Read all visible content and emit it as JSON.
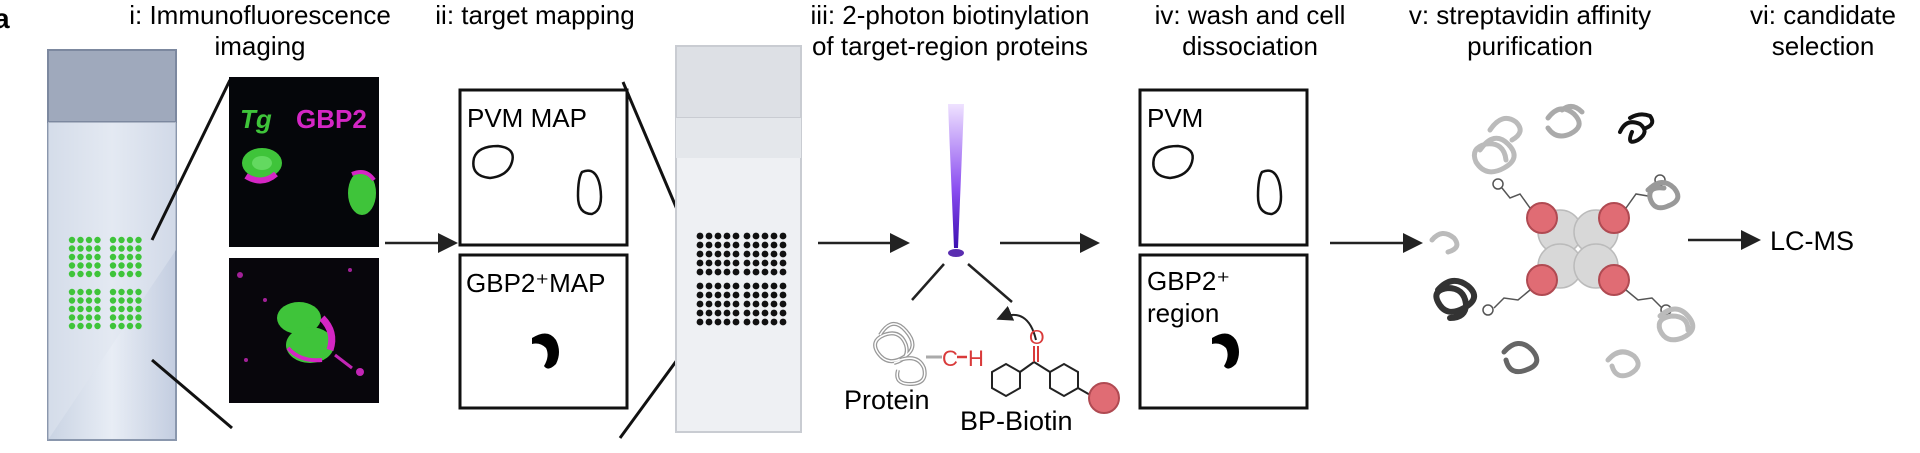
{
  "panel_letter": "a",
  "steps": [
    {
      "line1": "i: Immunofluorescence",
      "line2": "imaging"
    },
    {
      "line1": "ii: target mapping",
      "line2": ""
    },
    {
      "line1": "iii: 2-photon biotinylation",
      "line2": "of target-region proteins"
    },
    {
      "line1": "iv: wash and cell",
      "line2": "dissociation"
    },
    {
      "line1": "v:  streptavidin affinity",
      "line2": "purification"
    },
    {
      "line1": "vi: candidate",
      "line2": "selection"
    }
  ],
  "microscopy": {
    "label_tg": "Tg",
    "label_gbp2": "GBP2"
  },
  "maps": {
    "pvm_map": "PVM MAP",
    "gbp2_map": "GBP2⁺MAP"
  },
  "iv_panels": {
    "pvm": "PVM",
    "gbp2_line1": "GBP2⁺",
    "gbp2_line2": "region"
  },
  "chemistry": {
    "protein": "Protein",
    "bp_biotin": "BP-Biotin",
    "c_atom": "C",
    "h_atom": "H",
    "o_atom": "O"
  },
  "output": {
    "lcms": "LC-MS"
  },
  "colors": {
    "green": "#3fc43a",
    "magenta": "#d426c4",
    "pink": "#e06c74",
    "purple": "#6b2bd9",
    "text": "#000000"
  }
}
